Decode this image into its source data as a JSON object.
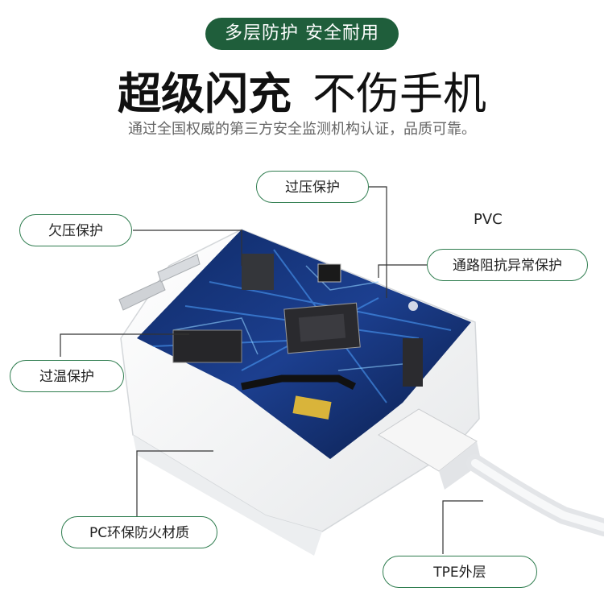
{
  "badge": "多层防护 安全耐用",
  "headline": {
    "bold": "超级闪充",
    "light": "不伤手机"
  },
  "subline": "通过全国权威的第三方安全监测机构认证，品质可靠。",
  "callouts": {
    "overvoltage": "过压保护",
    "undervoltage": "欠压保护",
    "pvc": "PVC",
    "short_circuit": "通路阻抗异常保护",
    "overtemp": "过温保护",
    "pc_fireproof": "PC环保防火材质",
    "tpe": "TPE外层"
  },
  "colors": {
    "badge": "#1f5e3b",
    "callout_border": "#2f7d4f",
    "circuit_blue": "#1c3f8f"
  }
}
